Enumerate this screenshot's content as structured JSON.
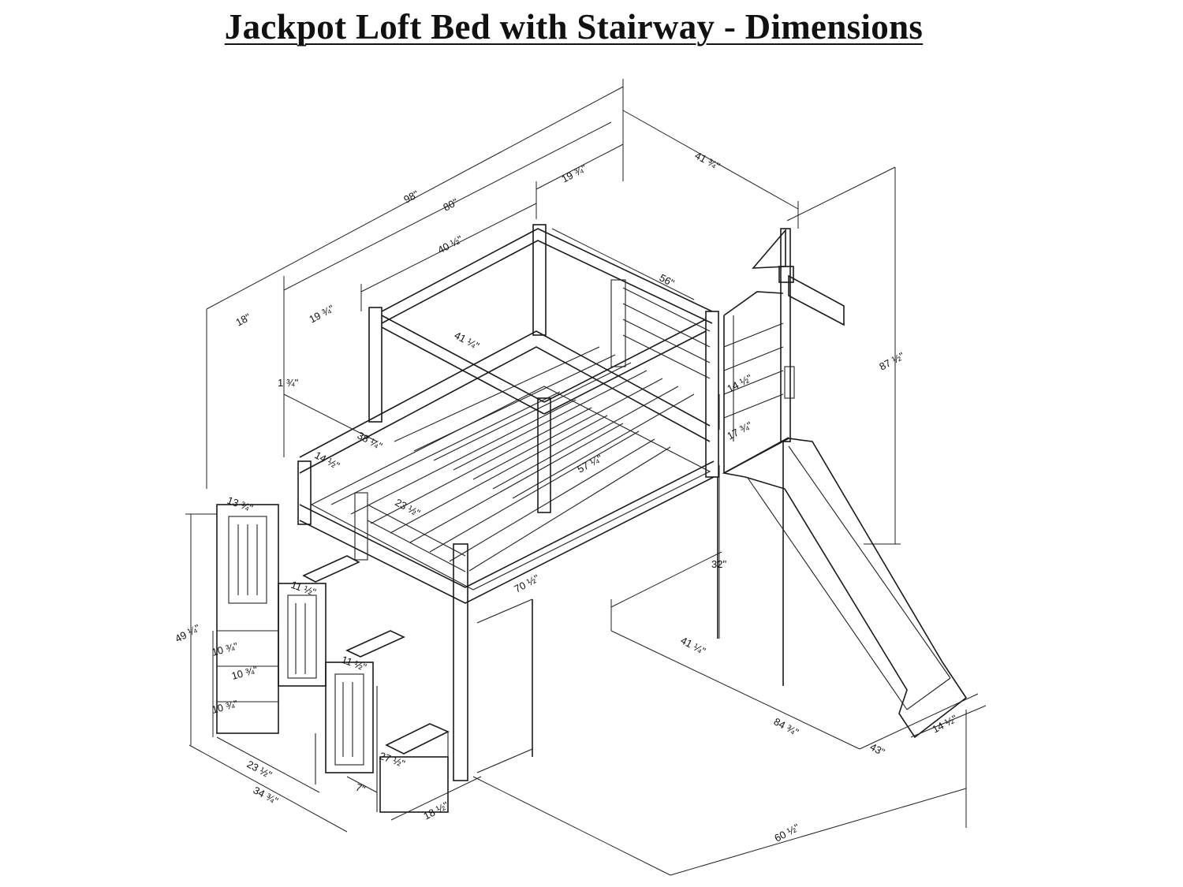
{
  "title": "Jackpot Loft Bed with Stairway - Dimensions",
  "dimensions": {
    "overall_length": "98\"",
    "bed_length": "80\"",
    "end_19_3_4": "19 ¾\"",
    "overall_depth": "41 ¾\"",
    "rail_40_1_2": "40 ½\"",
    "stair_18": "18\"",
    "stair_19_3_4": "19 ¾\"",
    "rail_56": "56\"",
    "slat_41_1_4": "41 ¼\"",
    "overall_height": "87 ½\"",
    "gap_1_3_4": "1 ¾\"",
    "rail_38_1_4": "38 ¼\"",
    "post_14_1_2": "14 ½\"",
    "top_14_1_2": "14 ½\"",
    "guard_17_3_4": "17 ¾\"",
    "side_57_1_4": "57 ¼\"",
    "step_23_1_2": "23 ½\"",
    "rail_13_3_4": "13 ¾\"",
    "clearance_32": "32\"",
    "front_70_1_2": "70 ½\"",
    "step_11_1_2a": "11 ½\"",
    "stair_height_49_1_4": "49 ¼\"",
    "step_11_1_2b": "11 ½\"",
    "riser_10_3_4a": "10 ¾\"",
    "riser_10_3_4b": "10 ¾\"",
    "riser_10_3_4c": "10 ¾\"",
    "under_41_1_4": "41 ¼\"",
    "slide_84_3_4": "84 ¾\"",
    "stair_27_1_2": "27 ½\"",
    "stair_23_1_2": "23 ½\"",
    "slide_43": "43\"",
    "slide_14_1_2": "14 ½\"",
    "stair_34_3_4": "34 ¾\"",
    "step_7": "7\"",
    "stair_18_1_2": "18 ½\"",
    "slide_60_1_2": "60 ½\""
  }
}
